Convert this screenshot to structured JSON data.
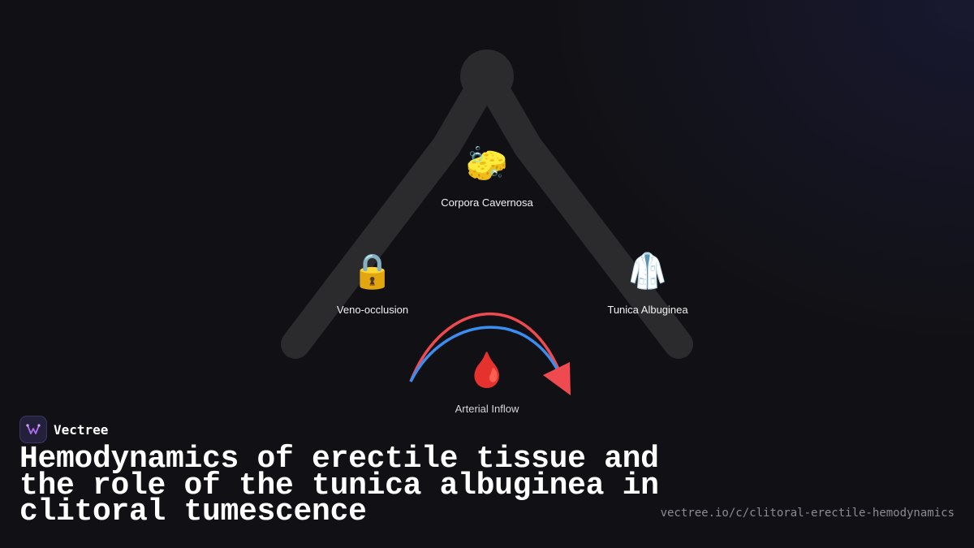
{
  "diagram": {
    "nodes": {
      "corpora": {
        "label": "Corpora Cavernosa",
        "icon": "sponge-icon",
        "glyph": "🧽"
      },
      "veno": {
        "label": "Veno-occlusion",
        "icon": "lock-icon",
        "glyph": "🔒"
      },
      "tunica": {
        "label": "Tunica Albuginea",
        "icon": "coat-icon",
        "glyph": "🥼"
      },
      "arterial": {
        "label": "Arterial Inflow",
        "icon": "blood-drop-icon",
        "glyph": "🩸"
      }
    },
    "colors": {
      "branch": "#2b2b2e",
      "arc_red": "#ef4a4f",
      "arc_blue": "#3b8ef0"
    }
  },
  "brand": {
    "name": "Vectree"
  },
  "title": "Hemodynamics of erectile tissue and the role of the tunica albuginea in clitoral tumescence",
  "url": "vectree.io/c/clitoral-erectile-hemodynamics"
}
